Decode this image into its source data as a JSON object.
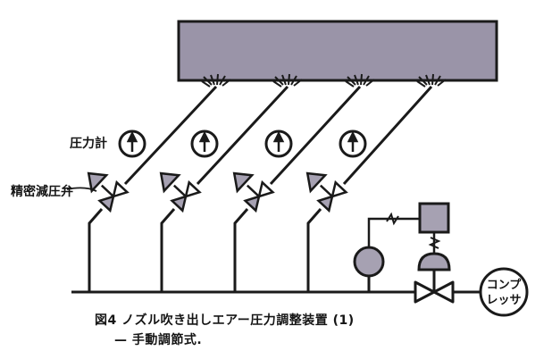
{
  "labels": {
    "pressure_gauge": "圧力計",
    "precision_regulator": "精密減圧弁",
    "compressor_line1": "コンプ",
    "compressor_line2": "レッサ"
  },
  "caption": {
    "line1": "図4  ノズル吹き出しエアー圧力調整装置 (1)",
    "line2": "— 手動調節式."
  },
  "colors": {
    "line": "#1a1a1a",
    "tank_fill": "#9a94a8",
    "component_fill": "#a6a1b2",
    "background": "#ffffff"
  }
}
